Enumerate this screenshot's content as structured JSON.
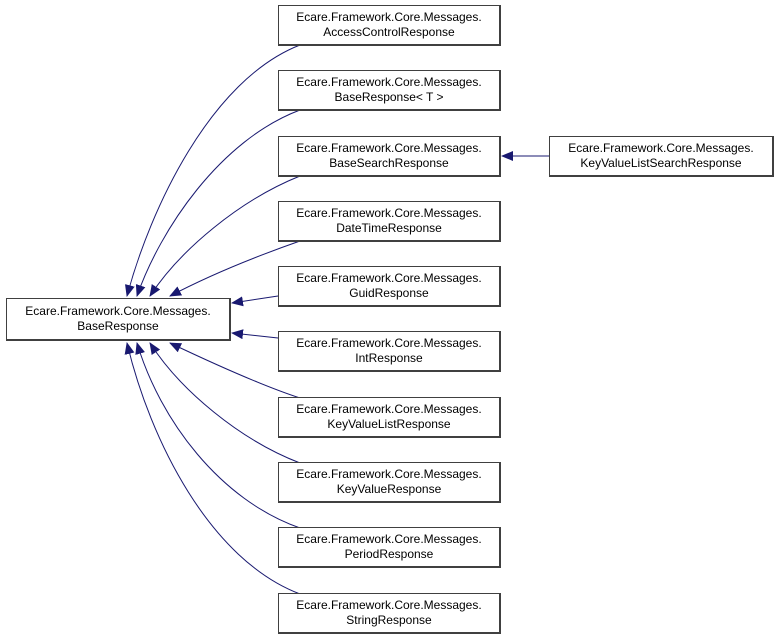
{
  "diagram": {
    "edge_color": "#191970",
    "base_node": {
      "id": "base",
      "line1": "Ecare.Framework.Core.Messages.",
      "line2": "BaseResponse"
    },
    "derived_nodes": [
      {
        "id": "access",
        "line1": "Ecare.Framework.Core.Messages.",
        "line2": "AccessControlResponse"
      },
      {
        "id": "baseT",
        "line1": "Ecare.Framework.Core.Messages.",
        "line2": "BaseResponse< T >"
      },
      {
        "id": "basesearch",
        "line1": "Ecare.Framework.Core.Messages.",
        "line2": "BaseSearchResponse"
      },
      {
        "id": "datetime",
        "line1": "Ecare.Framework.Core.Messages.",
        "line2": "DateTimeResponse"
      },
      {
        "id": "guid",
        "line1": "Ecare.Framework.Core.Messages.",
        "line2": "GuidResponse"
      },
      {
        "id": "int",
        "line1": "Ecare.Framework.Core.Messages.",
        "line2": "IntResponse"
      },
      {
        "id": "kvlist",
        "line1": "Ecare.Framework.Core.Messages.",
        "line2": "KeyValueListResponse"
      },
      {
        "id": "kv",
        "line1": "Ecare.Framework.Core.Messages.",
        "line2": "KeyValueResponse"
      },
      {
        "id": "period",
        "line1": "Ecare.Framework.Core.Messages.",
        "line2": "PeriodResponse"
      },
      {
        "id": "string",
        "line1": "Ecare.Framework.Core.Messages.",
        "line2": "StringResponse"
      }
    ],
    "second_level_nodes": [
      {
        "id": "kvlistsearch",
        "line1": "Ecare.Framework.Core.Messages.",
        "line2": "KeyValueListSearchResponse",
        "parent": "basesearch"
      }
    ]
  }
}
